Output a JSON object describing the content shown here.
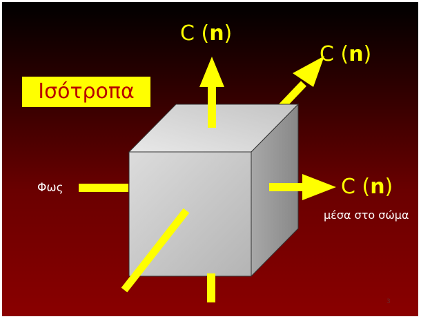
{
  "title": "Ισότροπα",
  "light_label": "Φως",
  "output_label": {
    "prefix": "C (",
    "n": "n",
    "suffix": ")"
  },
  "inside_body_label": "μέσα στο σώμα",
  "page_number": "3",
  "colors": {
    "background_top": "#000000",
    "background_bottom": "#8a0000",
    "arrow": "#ffff00",
    "title_box": "#ffff00",
    "title_text": "#b80000",
    "cube_front": "#c8c8c8",
    "cube_top": "#d8d8d8",
    "cube_side": "#9a9a9a"
  }
}
